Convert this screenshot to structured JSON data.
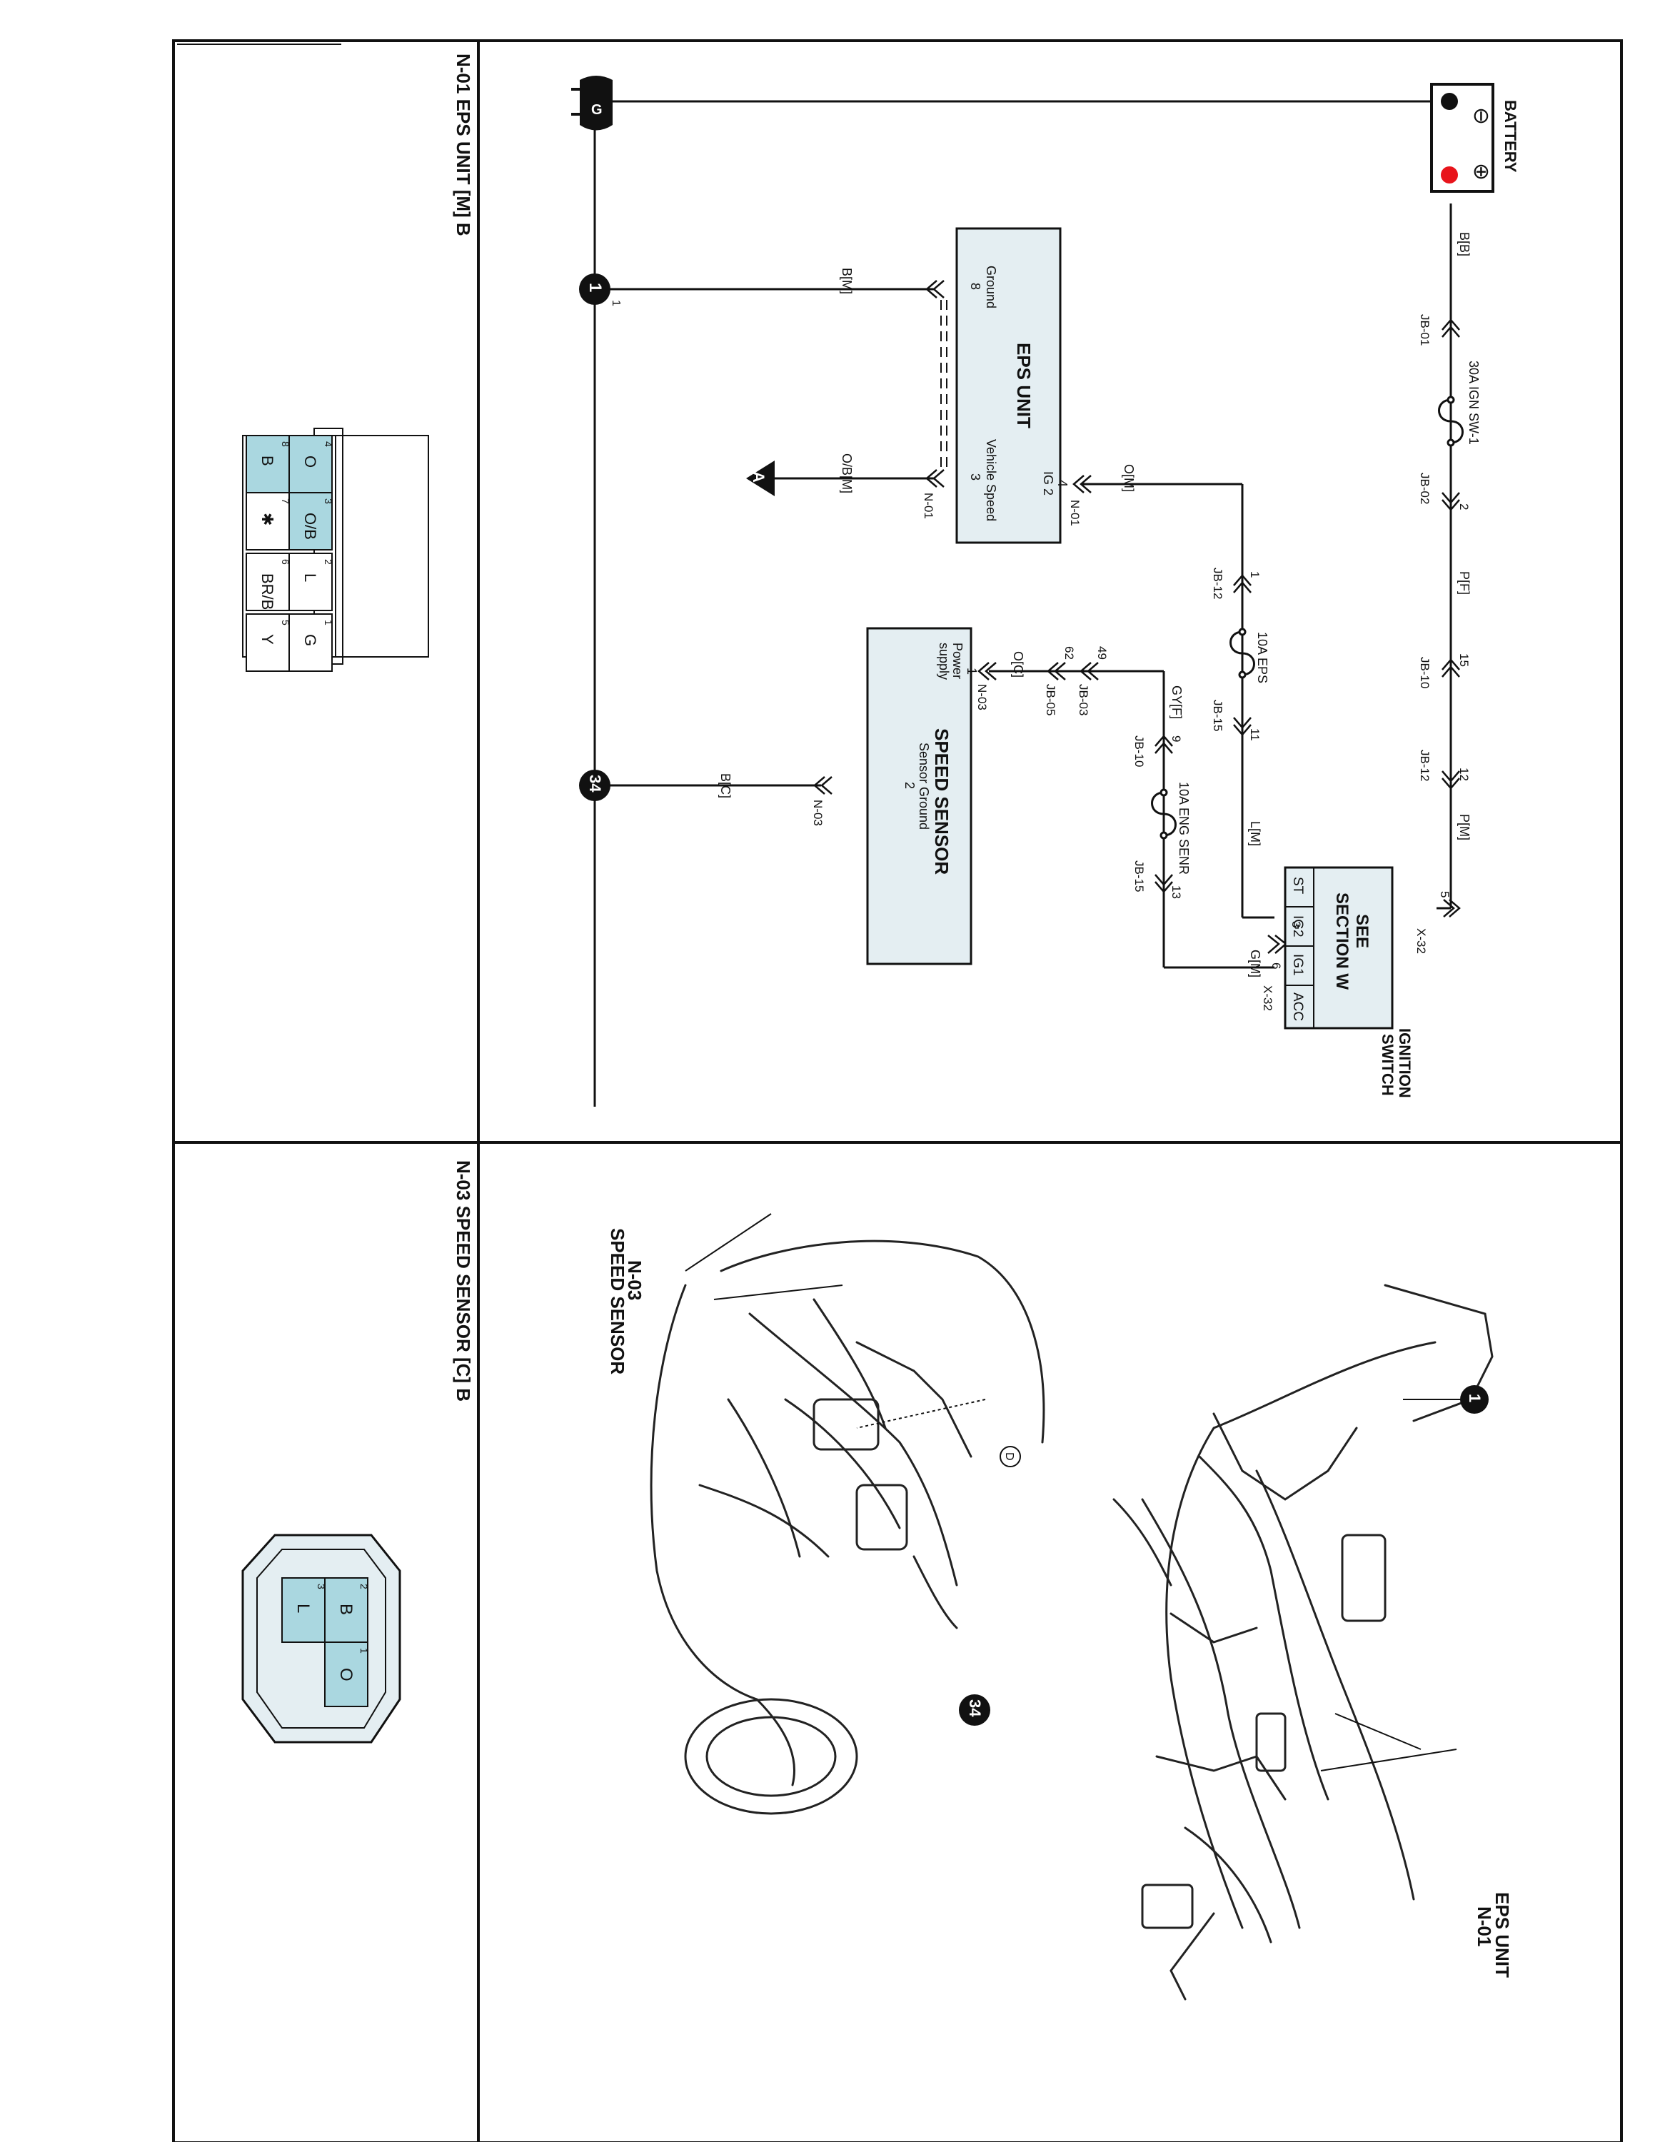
{
  "battery": {
    "label": "BATTERY",
    "neg_symbol": "⊖",
    "pos_symbol": "⊕"
  },
  "ground_top": {
    "label": "G"
  },
  "wires": {
    "bb": "B[B]",
    "pf": "P[F]",
    "pm": "P[M]",
    "om": "O[M]",
    "lm": "L[M]",
    "gm": "G[M]",
    "oc": "O[C]",
    "gyf": "GY[F]",
    "bm": "B[M]",
    "obm": "O/B[M]",
    "bc": "B[C]"
  },
  "connectors": {
    "jb01": "JB-01",
    "jb02": "JB-02",
    "jb02_pin": "2",
    "jb10a": "JB-10",
    "jb10a_pin": "15",
    "jb12a": "JB-12",
    "jb12a_pin": "12",
    "x32a": "X-32",
    "x32a_pin": "5",
    "x32b": "X-32",
    "x32b_pin3": "3",
    "x32b_pin6": "6",
    "jb12b": "JB-12",
    "jb12b_pin": "1",
    "jb15a": "JB-15",
    "jb15a_pin": "11",
    "jb10b": "JB-10",
    "jb10b_pin": "9",
    "jb15b": "JB-15",
    "jb15b_pin": "13",
    "jb03": "JB-03",
    "jb03_pin": "49",
    "jb05": "JB-05",
    "jb05_pin": "62",
    "n01a": "N-01",
    "n01b": "N-01",
    "n03a": "N-03",
    "n03b": "N-03"
  },
  "fuses": {
    "f1": "30A IGN SW-1",
    "f2": "10A EPS",
    "f3": "10A ENG SENR"
  },
  "ignition": {
    "title1": "IGNITION",
    "title2": "SWITCH",
    "see1": "SEE",
    "see2": "SECTION W",
    "cells": [
      "ST",
      "IG2",
      "IG1",
      "ACC"
    ]
  },
  "eps_unit": {
    "title": "EPS UNIT",
    "pin4": "4",
    "ig2": "IG 2",
    "pin3": "3",
    "vspeed": "Vehicle Speed",
    "ground": "Ground",
    "pin8": "8"
  },
  "speed_sensor": {
    "title": "SPEED SENSOR",
    "pin1": "1",
    "power1": "Power",
    "power2": "supply",
    "sensor_ground": "Sensor Ground",
    "pin2": "2"
  },
  "ground_points": {
    "g1": "1",
    "g1_pin": "1",
    "g34": "34"
  },
  "reference_a": "A",
  "panels": {
    "n01_title": "N-01 EPS UNIT [M] B",
    "n03_title": "N-03 SPEED  SENSOR [C] B"
  },
  "n01_connector": {
    "pins": [
      {
        "num": "4",
        "wire": "O"
      },
      {
        "num": "3",
        "wire": "O/B"
      },
      {
        "num": "2",
        "wire": "L"
      },
      {
        "num": "1",
        "wire": "G"
      },
      {
        "num": "8",
        "wire": "B"
      },
      {
        "num": "7",
        "wire": "✱"
      },
      {
        "num": "6",
        "wire": "BR/B"
      },
      {
        "num": "5",
        "wire": "Y"
      }
    ]
  },
  "n03_connector": {
    "pins": [
      {
        "num": "2",
        "wire": "B"
      },
      {
        "num": "1",
        "wire": "O"
      },
      {
        "num": "3",
        "wire": "L"
      }
    ]
  },
  "locator": {
    "eps_label1": "EPS UNIT",
    "eps_label2": "N-01",
    "eps_callout": "1",
    "speed_label1": "N-03",
    "speed_label2": "SPEED SENSOR",
    "speed_callout": "34",
    "d_marker": "D"
  },
  "colors": {
    "connector_fill": "#aad7e0",
    "box_fill": "#e4eef2",
    "battery_pos": "#e8141b",
    "line": "#111111"
  }
}
